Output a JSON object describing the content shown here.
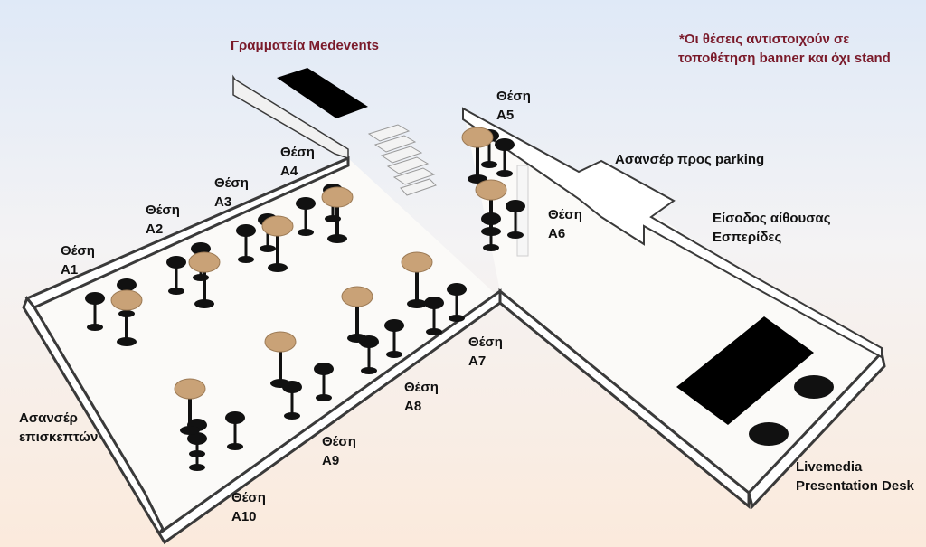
{
  "header": {
    "secretariat": "Γραμματεία Medevents",
    "note_line1": "*Οι θέσεις αντιστοιχούν σε",
    "note_line2": "τοποθέτηση banner και όχι stand"
  },
  "positions": [
    {
      "word": "Θέση",
      "code": "A1"
    },
    {
      "word": "Θέση",
      "code": "A2"
    },
    {
      "word": "Θέση",
      "code": "A3"
    },
    {
      "word": "Θέση",
      "code": "A4"
    },
    {
      "word": "Θέση",
      "code": "A5"
    },
    {
      "word": "Θέση",
      "code": "A6"
    },
    {
      "word": "Θέση",
      "code": "A7"
    },
    {
      "word": "Θέση",
      "code": "A8"
    },
    {
      "word": "Θέση",
      "code": "A9"
    },
    {
      "word": "Θέση",
      "code": "A10"
    }
  ],
  "areas": {
    "parking_elevator": "Ασανσέρ προς parking",
    "hall_entrance_line1": "Είσοδος αίθουσας",
    "hall_entrance_line2": "Εσπερίδες",
    "visitor_elevator_line1": "Ασανσέρ",
    "visitor_elevator_line2": "επισκεπτών",
    "presentation_desk_line1": "Livemedia",
    "presentation_desk_line2": "Presentation Desk"
  },
  "colors": {
    "wall": "#ffffff",
    "wall_edge": "#3a3a3a",
    "floor": "#fafafa",
    "table_top": "#c9a277",
    "stool": "#111111",
    "desk": "#000000",
    "title_red": "#7a1a2a"
  }
}
